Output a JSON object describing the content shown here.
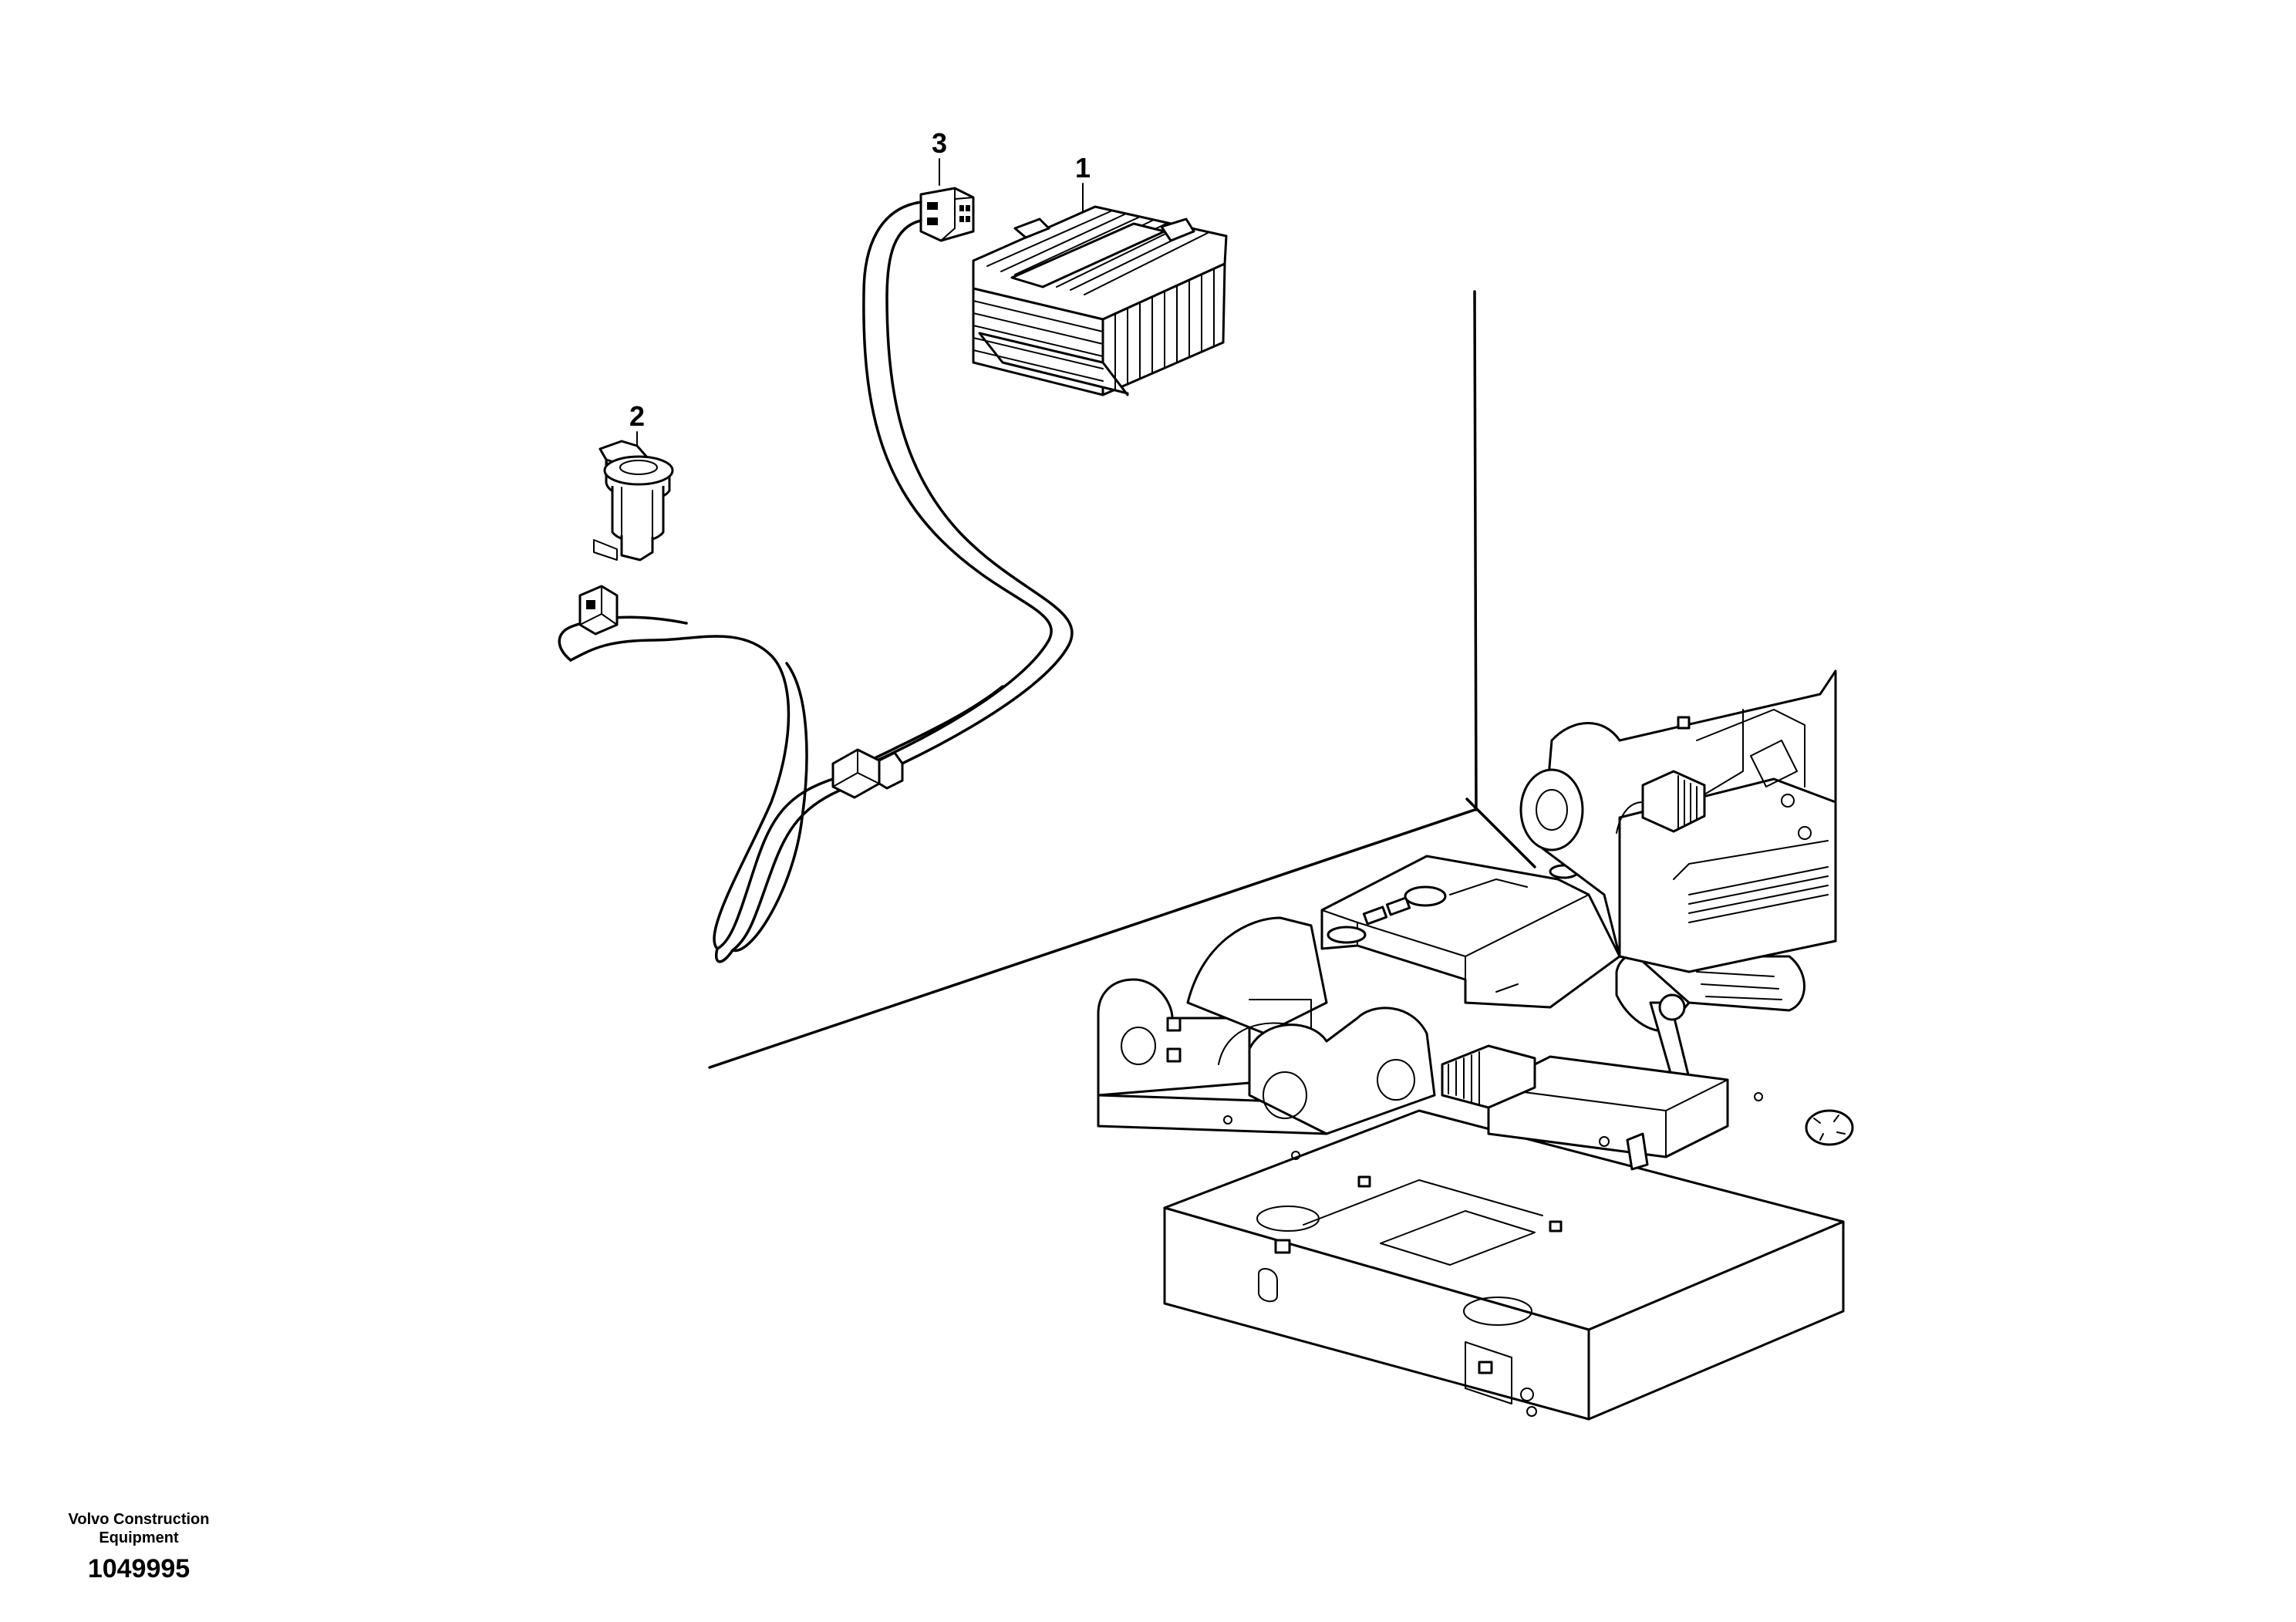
{
  "callouts": [
    {
      "id": "1",
      "label": "1"
    },
    {
      "id": "2",
      "label": "2"
    },
    {
      "id": "3",
      "label": "3"
    }
  ],
  "footer": {
    "company_line1": "Volvo Construction",
    "company_line2": "Equipment",
    "drawing_number": "1049995"
  },
  "parts": {
    "part1": "inverter-unit",
    "part2": "power-socket",
    "part3": "wiring-harness-connector"
  }
}
